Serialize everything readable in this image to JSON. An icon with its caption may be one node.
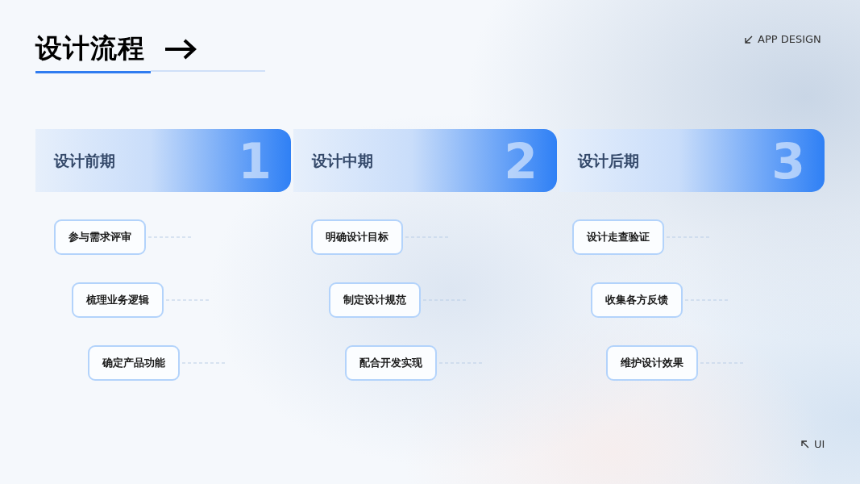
{
  "diagram": {
    "title": "设计流程",
    "nodes": [
      {
        "text": [
          "设计前期",
          "1"
        ]
      },
      {
        "text": [
          "设计中期",
          "2"
        ]
      },
      {
        "text": [
          "设计后期",
          "3"
        ]
      },
      {
        "text": [
          "参与需求评审"
        ]
      },
      {
        "text": [
          "梳理业务逻辑"
        ]
      },
      {
        "text": [
          "确定产品功能"
        ]
      },
      {
        "text": [
          "明确设计目标"
        ]
      },
      {
        "text": [
          "制定设计规范"
        ]
      },
      {
        "text": [
          "配合开发实现"
        ]
      },
      {
        "text": [
          "设计走查验证"
        ]
      },
      {
        "text": [
          "收集各方反馈"
        ]
      },
      {
        "text": [
          "维护设计效果"
        ]
      }
    ],
    "edges": [],
    "labels": [
      "APP DESIGN",
      "UI"
    ]
  }
}
